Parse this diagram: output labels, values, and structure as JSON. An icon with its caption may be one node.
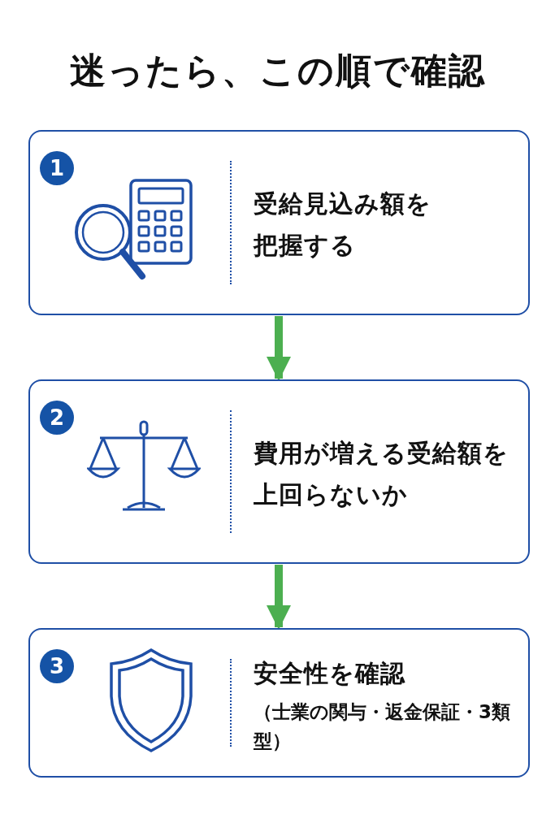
{
  "diagram": {
    "title": "迷ったら、この順で確認",
    "nodes": [
      {
        "text": [
          "1",
          "受給見込み額を把握する"
        ]
      },
      {
        "text": [
          "2",
          "費用が増える受給額を上回らないか"
        ]
      },
      {
        "text": [
          "3",
          "安全性を確認",
          "（士業の関与・返金保証・3類型）"
        ]
      }
    ],
    "edges": [
      {
        "from": 0,
        "to": 1,
        "arrow": "to"
      },
      {
        "from": 1,
        "to": 2,
        "arrow": "to"
      }
    ]
  }
}
